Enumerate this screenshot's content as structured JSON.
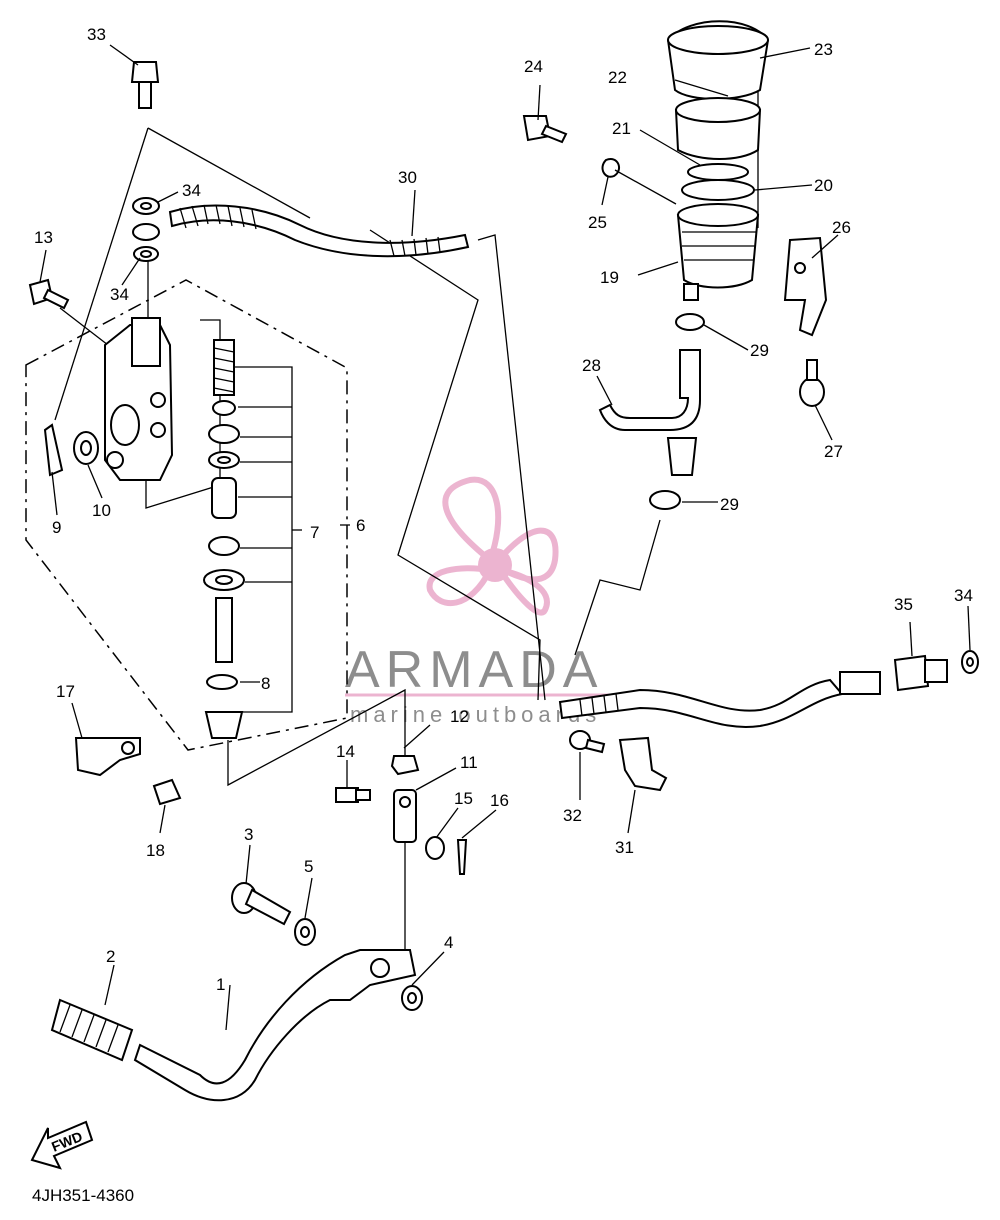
{
  "diagram": {
    "drawing_code": "4JH351-4360",
    "fwd_label": "FWD",
    "callouts": [
      {
        "id": "c1",
        "label": "1"
      },
      {
        "id": "c2",
        "label": "2"
      },
      {
        "id": "c3",
        "label": "3"
      },
      {
        "id": "c4",
        "label": "4"
      },
      {
        "id": "c5",
        "label": "5"
      },
      {
        "id": "c6",
        "label": "6"
      },
      {
        "id": "c7",
        "label": "7"
      },
      {
        "id": "c8",
        "label": "8"
      },
      {
        "id": "c9",
        "label": "9"
      },
      {
        "id": "c10",
        "label": "10"
      },
      {
        "id": "c11",
        "label": "11"
      },
      {
        "id": "c12",
        "label": "12"
      },
      {
        "id": "c13",
        "label": "13"
      },
      {
        "id": "c14",
        "label": "14"
      },
      {
        "id": "c15",
        "label": "15"
      },
      {
        "id": "c16",
        "label": "16"
      },
      {
        "id": "c17",
        "label": "17"
      },
      {
        "id": "c18",
        "label": "18"
      },
      {
        "id": "c19",
        "label": "19"
      },
      {
        "id": "c20",
        "label": "20"
      },
      {
        "id": "c21",
        "label": "21"
      },
      {
        "id": "c22",
        "label": "22"
      },
      {
        "id": "c23",
        "label": "23"
      },
      {
        "id": "c24",
        "label": "24"
      },
      {
        "id": "c25",
        "label": "25"
      },
      {
        "id": "c26",
        "label": "26"
      },
      {
        "id": "c27",
        "label": "27"
      },
      {
        "id": "c28",
        "label": "28"
      },
      {
        "id": "c29a",
        "label": "29"
      },
      {
        "id": "c29b",
        "label": "29"
      },
      {
        "id": "c30",
        "label": "30"
      },
      {
        "id": "c31",
        "label": "31"
      },
      {
        "id": "c32",
        "label": "32"
      },
      {
        "id": "c33",
        "label": "33"
      },
      {
        "id": "c34a",
        "label": "34"
      },
      {
        "id": "c34b",
        "label": "34"
      },
      {
        "id": "c34c",
        "label": "34"
      },
      {
        "id": "c35",
        "label": "35"
      }
    ]
  },
  "watermark": {
    "brand": "ARMADA",
    "tagline": "marine outboards",
    "color_primary": "#e9a8c8",
    "color_text": "#7a7a7a"
  }
}
